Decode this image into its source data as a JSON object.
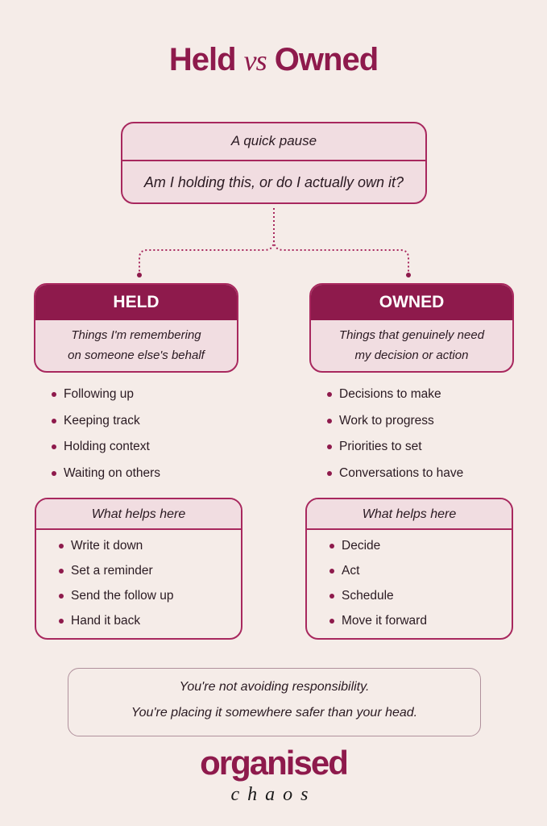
{
  "title": {
    "part1": "Held",
    "vs": "vs",
    "part2": "Owned"
  },
  "prompt": {
    "heading": "A quick pause",
    "question": "Am I holding this, or do I actually own it?"
  },
  "held": {
    "label": "HELD",
    "description_line1": "Things I'm remembering",
    "description_line2": "on someone else's behalf",
    "items": [
      "Following up",
      "Keeping track",
      "Holding context",
      "Waiting on others"
    ],
    "helps_title": "What helps here",
    "helps": [
      "Write it down",
      "Set a reminder",
      "Send the follow up",
      "Hand it back"
    ]
  },
  "owned": {
    "label": "OWNED",
    "description_line1": "Things that genuinely need",
    "description_line2": "my decision or action",
    "items": [
      "Decisions to make",
      "Work to progress",
      "Priorities to set",
      "Conversations to have"
    ],
    "helps_title": "What helps here",
    "helps": [
      "Decide",
      "Act",
      "Schedule",
      "Move it forward"
    ]
  },
  "footer": {
    "line1": "You're not avoiding responsibility.",
    "line2": "You're placing it somewhere safer than your head."
  },
  "logo": {
    "word1": "organised",
    "word2": "chaos"
  },
  "colors": {
    "accent": "#8e1a4c",
    "background": "#f5ece8",
    "box_fill": "#f1dde1"
  }
}
